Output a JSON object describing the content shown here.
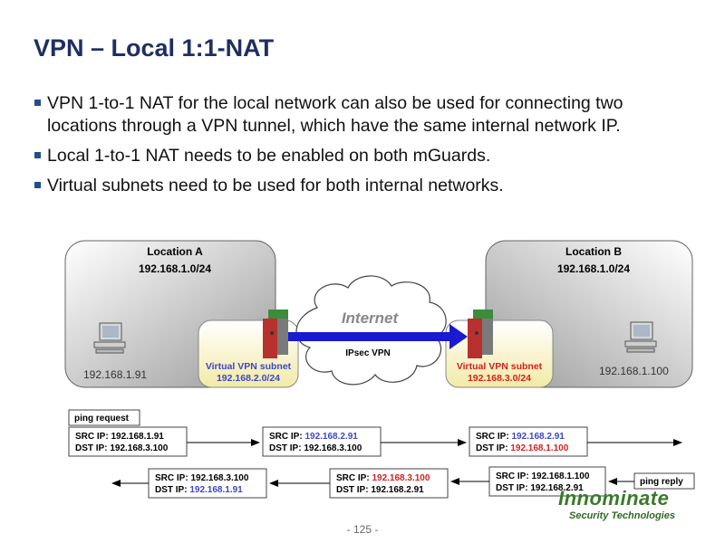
{
  "title": "VPN – Local 1:1-NAT",
  "bullets": [
    "VPN 1-to-1 NAT for the local network can also be used for connecting two locations through a VPN tunnel, which have the same internal network IP.",
    "Local 1-to-1 NAT needs to be enabled on both mGuards.",
    "Virtual subnets need to be used for both internal networks."
  ],
  "location_a": {
    "title": "Location A",
    "network": "192.168.1.0/24",
    "pc_ip": "192.168.1.91",
    "subnet_label": "Virtual VPN subnet",
    "subnet": "192.168.2.0/24"
  },
  "location_b": {
    "title": "Location B",
    "network": "192.168.1.0/24",
    "pc_ip": "192.168.1.100",
    "subnet_label": "Virtual VPN subnet",
    "subnet": "192.168.3.0/24"
  },
  "internet_label": "Internet",
  "tunnel_label": "IPsec VPN",
  "ping_request_label": "ping request",
  "ping_reply_label": "ping reply",
  "request_packets": [
    {
      "src_prefix": "SRC IP:",
      "src": "192.168.1.91",
      "dst_prefix": "DST IP:",
      "dst": "192.168.3.100"
    },
    {
      "src_prefix": "SRC IP:",
      "src": "192.168.2.91",
      "dst_prefix": "DST IP:",
      "dst": "192.168.3.100"
    },
    {
      "src_prefix": "SRC IP:",
      "src": "192.168.2.91",
      "dst_prefix": "DST IP:",
      "dst": "192.168.1.100"
    }
  ],
  "reply_packets": [
    {
      "src_prefix": "SRC IP:",
      "src": "192.168.1.100",
      "dst_prefix": "DST IP:",
      "dst": "192.168.2.91"
    },
    {
      "src_prefix": "SRC IP:",
      "src": "192.168.3.100",
      "dst_prefix": "DST IP:",
      "dst": "192.168.2.91"
    },
    {
      "src_prefix": "SRC IP:",
      "src": "192.168.3.100",
      "dst_prefix": "DST IP:",
      "dst": "192.168.1.91"
    }
  ],
  "page_number": "- 125 -",
  "logo": {
    "brand": "Innominate",
    "tagline": "Security Technologies"
  },
  "colors": {
    "title": "#1f2f63",
    "highlight_blue": "#3b47c9",
    "highlight_red": "#d42020",
    "tunnel": "#1a1ad0",
    "device": "#b8312f"
  }
}
